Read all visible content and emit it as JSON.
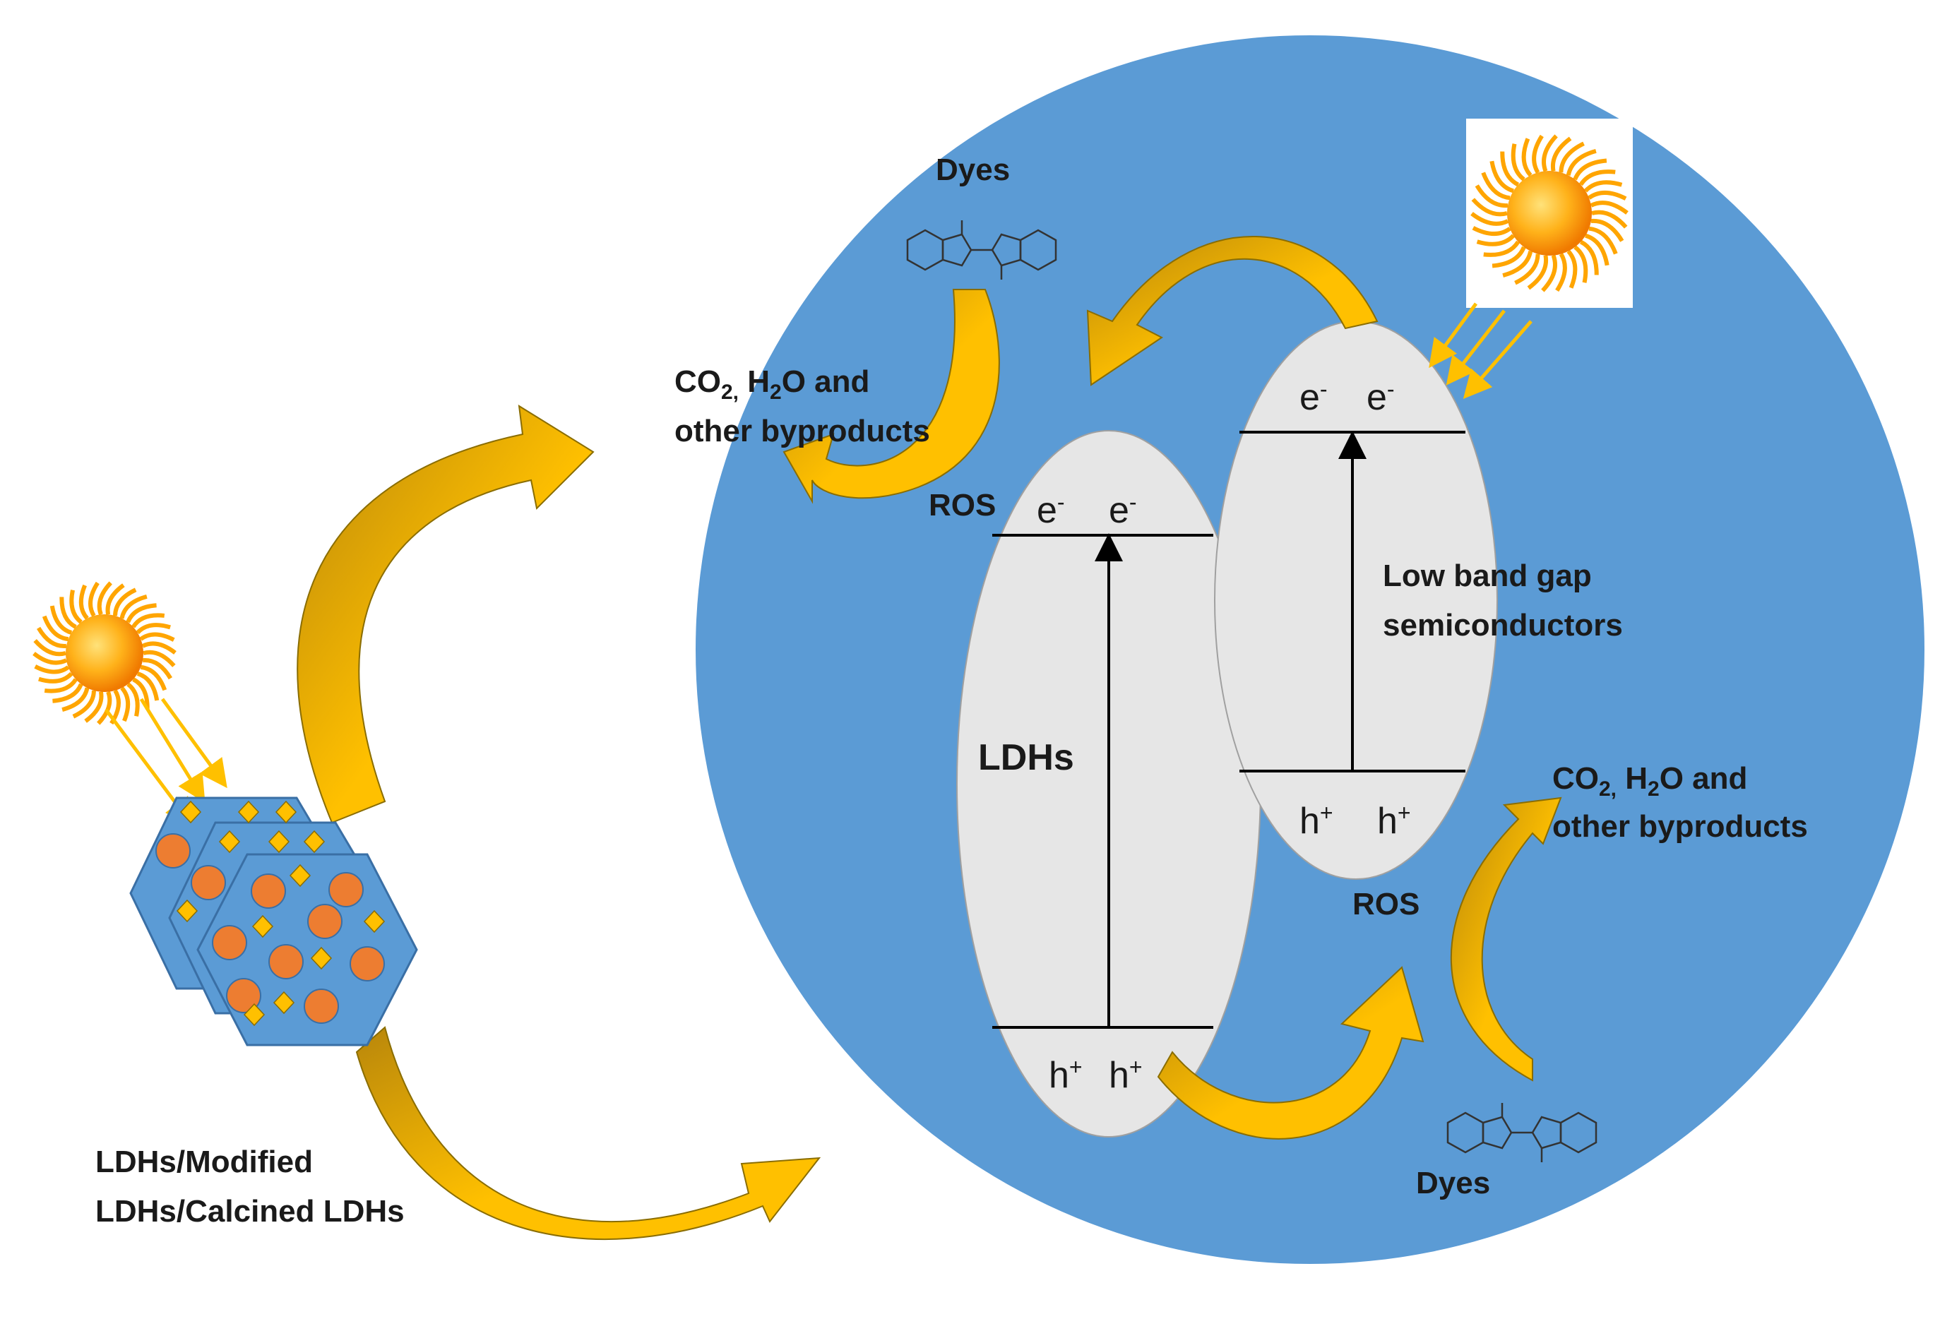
{
  "figure": {
    "left_label": {
      "line1": "LDHs/Modified",
      "line2": "LDHs/Calcined LDHs"
    },
    "dyes_top": "Dyes",
    "dyes_bottom": "Dyes",
    "products_top": {
      "prefix": "CO",
      "sub1": "2,",
      "mid": " H",
      "sub2": "2",
      "suffix": "O and",
      "line2": "other byproducts"
    },
    "products_right": {
      "prefix": "CO",
      "sub1": "2,",
      "mid": " H",
      "sub2": "2",
      "suffix": "O and",
      "line2": "other byproducts"
    },
    "ros_top": "ROS",
    "ros_right": "ROS",
    "ldh_label": "LDHs",
    "semi_label": {
      "line1": "Low band gap",
      "line2": "semiconductors"
    },
    "electron": "e",
    "electron_charge": "-",
    "hole": "h",
    "hole_charge": "+"
  },
  "colors": {
    "circle": "#5b9bd5",
    "ellipse": "#e6e6e6",
    "arrow_fill": "#ffc000",
    "arrow_dark": "#c8a000",
    "hex": "#5b9bd5",
    "particle": "#ed7d31",
    "diamond": "#ffc000",
    "sun": "#ffa500"
  },
  "icons": [
    "sun-icon",
    "dye-molecule-icon",
    "ldh-hexagon-icon"
  ]
}
